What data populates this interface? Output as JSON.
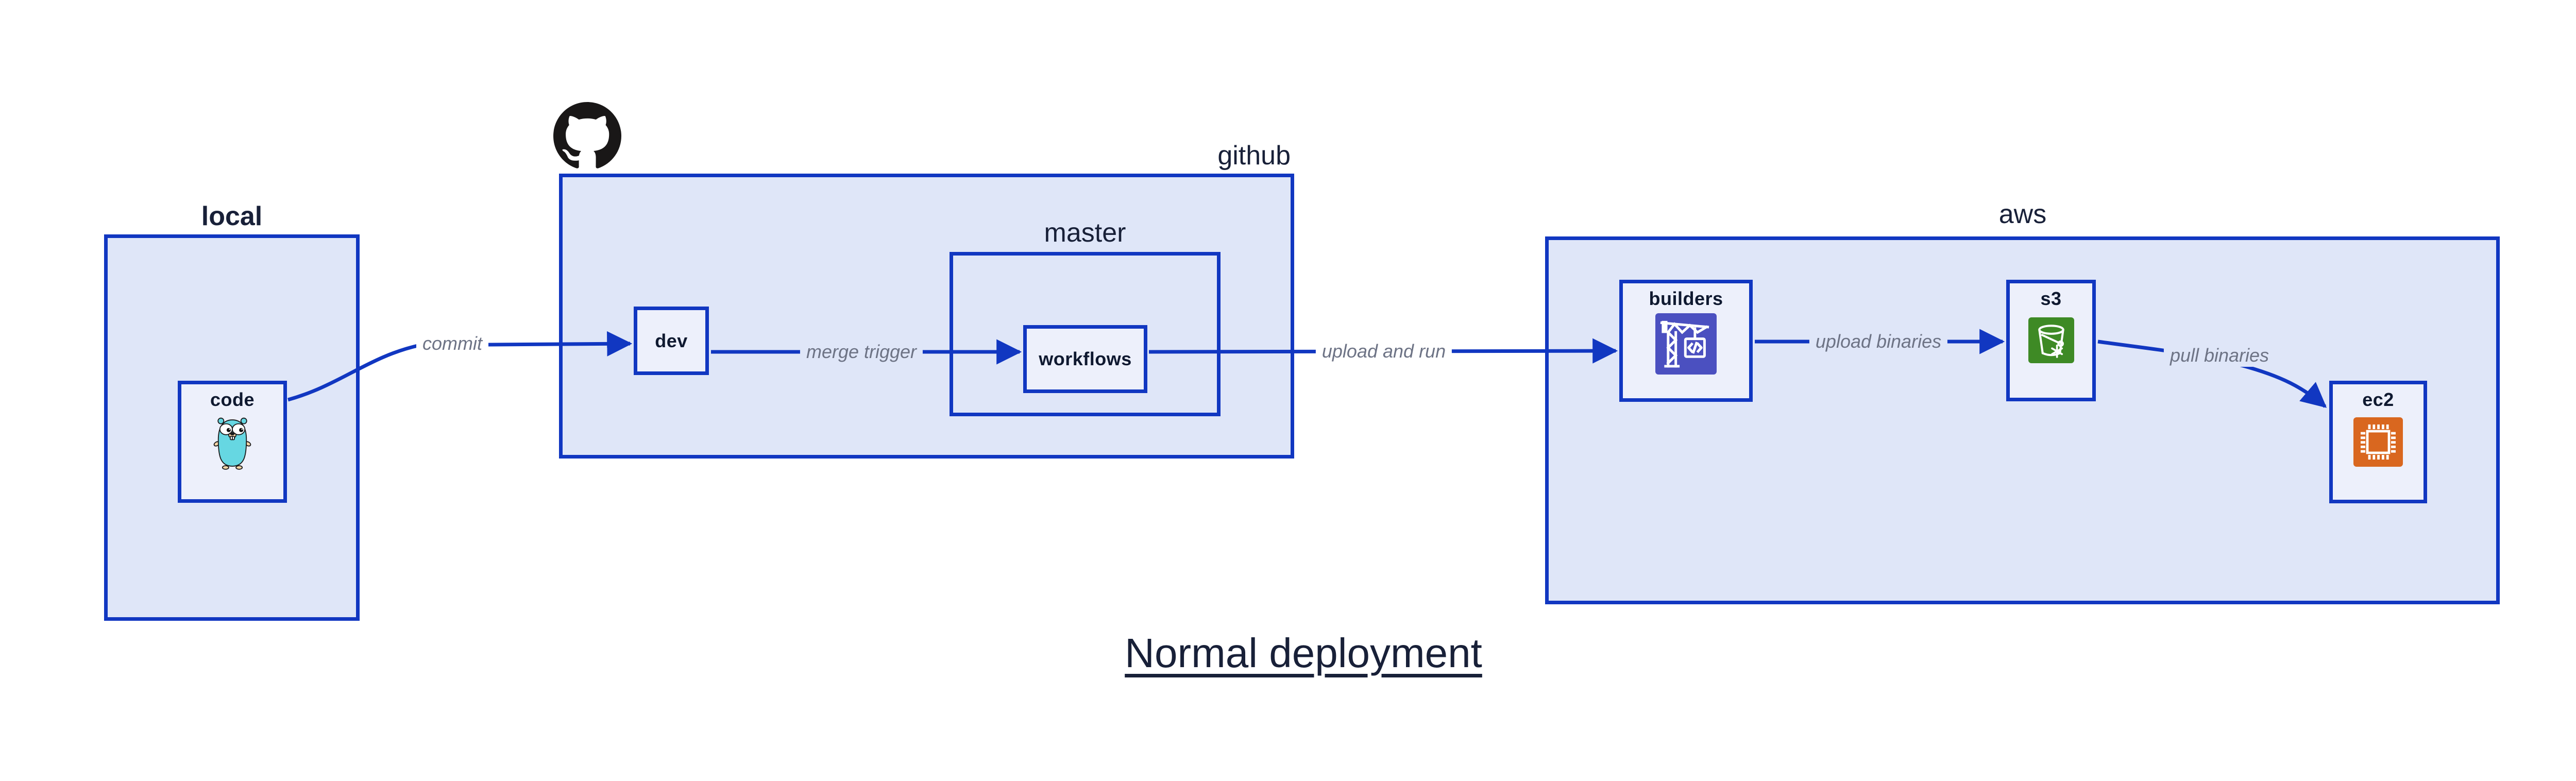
{
  "title": "Normal deployment",
  "colors": {
    "canvas_bg": "#ffffff",
    "stroke_blue": "#1137c1",
    "group_fill": "#dfe6f8",
    "node_fill": "#edf0fb",
    "heading_navy": "#182038",
    "label_navy": "#0f1930",
    "edge_label_gray": "#6d7385",
    "octocat_black": "#191717",
    "gopher_teal": "#66d7e2",
    "gopher_bone": "#f6d4a6",
    "builders_purple": "#4b50c0",
    "s3_green": "#3e8a25",
    "ec2_orange": "#d9671f"
  },
  "groups": {
    "local": {
      "label": "local"
    },
    "github": {
      "label": "github"
    },
    "master": {
      "label": "master"
    },
    "aws": {
      "label": "aws"
    }
  },
  "nodes": {
    "code": {
      "label": "code",
      "icon": "go-gopher-icon"
    },
    "dev": {
      "label": "dev"
    },
    "workflows": {
      "label": "workflows"
    },
    "builders": {
      "label": "builders",
      "icon": "codebuild-crane-icon"
    },
    "s3": {
      "label": "s3",
      "icon": "s3-bucket-snowflake-icon"
    },
    "ec2": {
      "label": "ec2",
      "icon": "ec2-chip-icon"
    }
  },
  "edges": {
    "commit": {
      "label": "commit"
    },
    "merge_trigger": {
      "label": "merge trigger"
    },
    "upload_and_run": {
      "label": "upload and run"
    },
    "upload_binaries": {
      "label": "upload binaries"
    },
    "pull_binaries": {
      "label": "pull binaries"
    }
  },
  "logos": {
    "github": "github-octocat-icon"
  }
}
